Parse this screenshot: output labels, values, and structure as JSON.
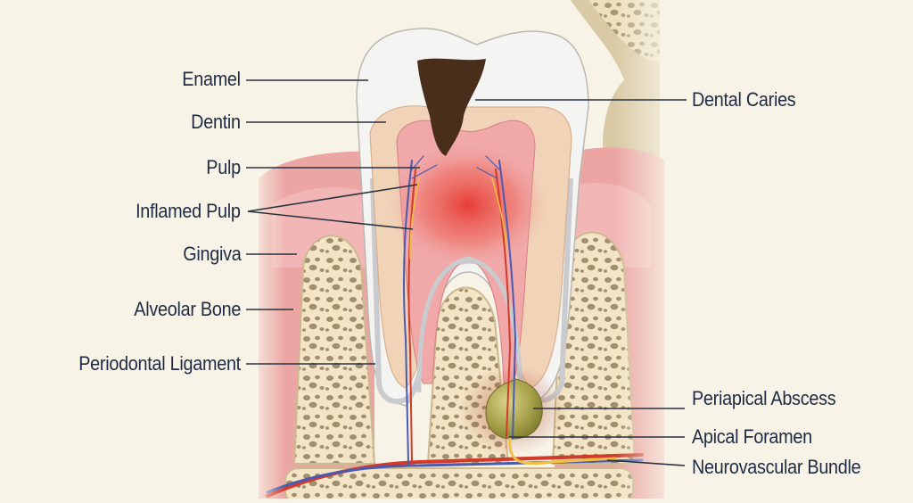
{
  "diagram": {
    "type": "anatomical-illustration",
    "subject": "Tooth cross-section with dental caries and periapical abscess",
    "colors": {
      "background": "#f7f3e6",
      "label_text": "#1f2a44",
      "leader_line": "#2a3140",
      "enamel": "#f4f4f2",
      "dentin": "#f1d3b8",
      "pulp": "#f0a8a8",
      "inflamed_pulp": "#e03a2e",
      "caries": "#4a2e1c",
      "gingiva": "#eba5a3",
      "bone": "#f2e4c4",
      "bone_pores": "#a08e6e",
      "abscess": "#a8a24a",
      "artery": "#d23a2a",
      "vein": "#4a5ab0",
      "nerve": "#f0c040"
    },
    "labels_left": [
      {
        "id": "enamel",
        "text": "Enamel"
      },
      {
        "id": "dentin",
        "text": "Dentin"
      },
      {
        "id": "pulp",
        "text": "Pulp"
      },
      {
        "id": "inflamed-pulp",
        "text": "Inflamed Pulp"
      },
      {
        "id": "gingiva",
        "text": "Gingiva"
      },
      {
        "id": "alveolar-bone",
        "text": "Alveolar Bone"
      },
      {
        "id": "periodontal-ligament",
        "text": "Periodontal Ligament"
      }
    ],
    "labels_right": [
      {
        "id": "dental-caries",
        "text": "Dental Caries"
      },
      {
        "id": "periapical-abscess",
        "text": "Periapical Abscess"
      },
      {
        "id": "apical-foramen",
        "text": "Apical Foramen"
      },
      {
        "id": "neurovascular-bundle",
        "text": "Neurovascular Bundle"
      }
    ]
  }
}
